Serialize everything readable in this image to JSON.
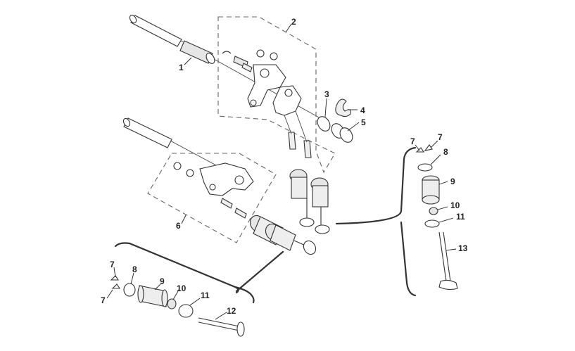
{
  "labels": {
    "l1": "1",
    "l2": "2",
    "l3": "3",
    "l4": "4",
    "l5": "5",
    "l6": "6",
    "r7a": "7",
    "r7b": "7",
    "r8": "8",
    "r9": "9",
    "r10": "10",
    "r11": "11",
    "r13": "13",
    "b7a": "7",
    "b7b": "7",
    "b8": "8",
    "b9": "9",
    "b10": "10",
    "b11": "11",
    "b12": "12"
  }
}
